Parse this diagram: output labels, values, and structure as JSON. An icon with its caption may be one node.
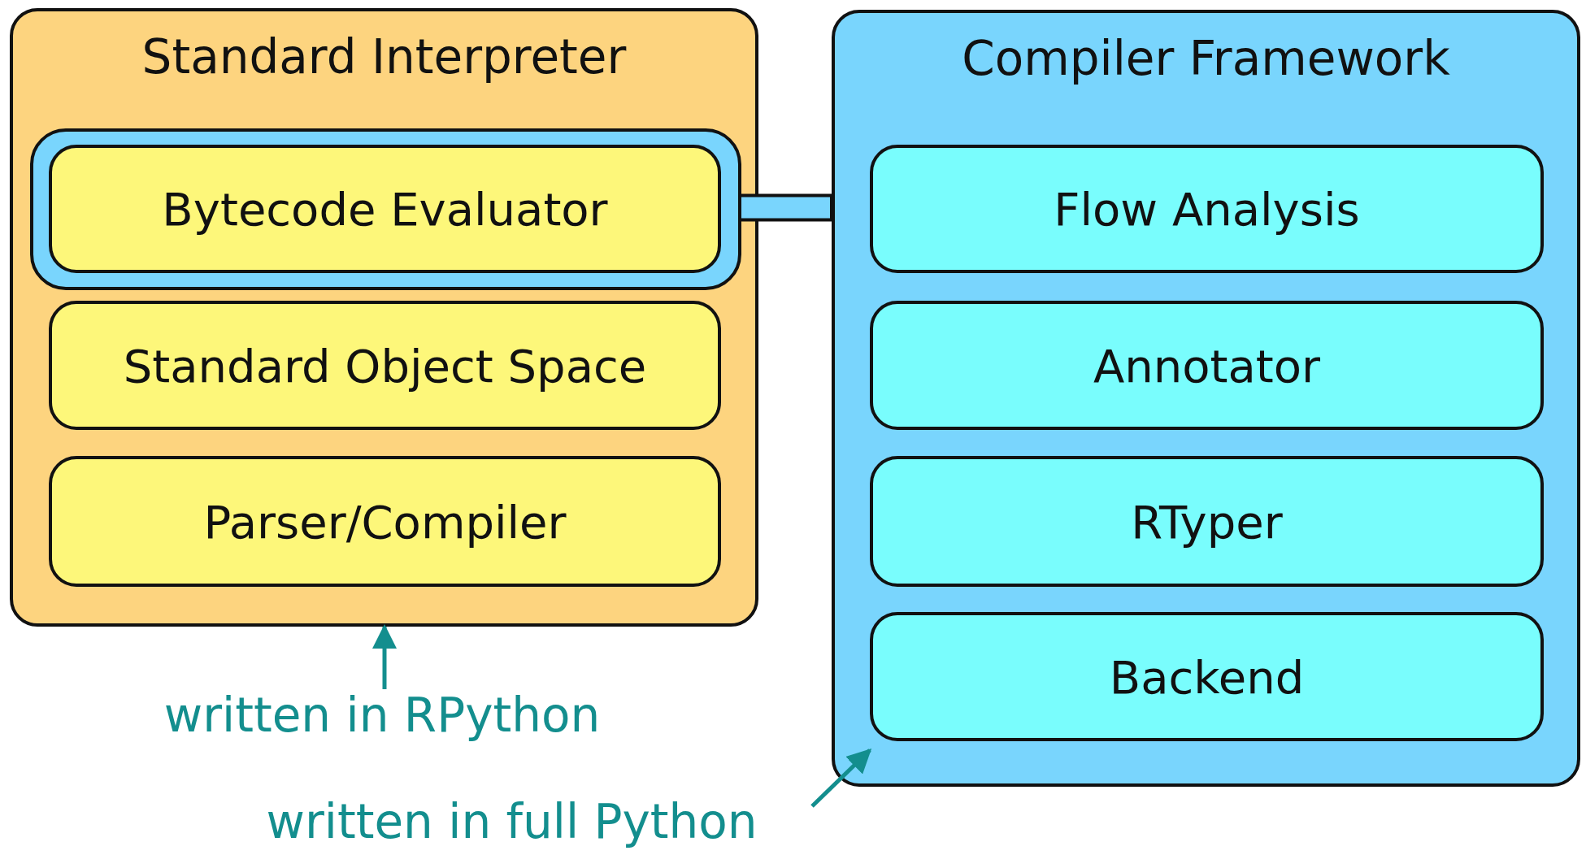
{
  "diagram": {
    "nodes": [
      {
        "text": [
          "Standard Interpreter"
        ]
      },
      {
        "text": [],
        "shape": "box",
        "in": 0
      },
      {
        "text": [
          "Bytecode Evaluator"
        ],
        "in": 1
      },
      {
        "text": [
          "Standard Object Space"
        ],
        "in": 0
      },
      {
        "text": [
          "Parser/Compiler"
        ],
        "in": 0
      },
      {
        "text": [
          "Compiler Framework"
        ]
      },
      {
        "text": [
          "Flow Analysis"
        ],
        "in": 5
      },
      {
        "text": [
          "Annotator"
        ],
        "in": 5
      },
      {
        "text": [
          "RTyper"
        ],
        "in": 5
      },
      {
        "text": [
          "Backend"
        ],
        "in": 5
      },
      {
        "text": [
          "written in RPython"
        ]
      },
      {
        "text": [
          "written in full Python"
        ]
      }
    ],
    "edges": [
      {
        "from": 1,
        "to": 5,
        "arrow": "none",
        "style": "thick"
      },
      {
        "from": 10,
        "to": 0,
        "arrow": "to",
        "color": "#138e8e"
      },
      {
        "from": 11,
        "to": 5,
        "arrow": "to",
        "color": "#138e8e"
      }
    ]
  }
}
